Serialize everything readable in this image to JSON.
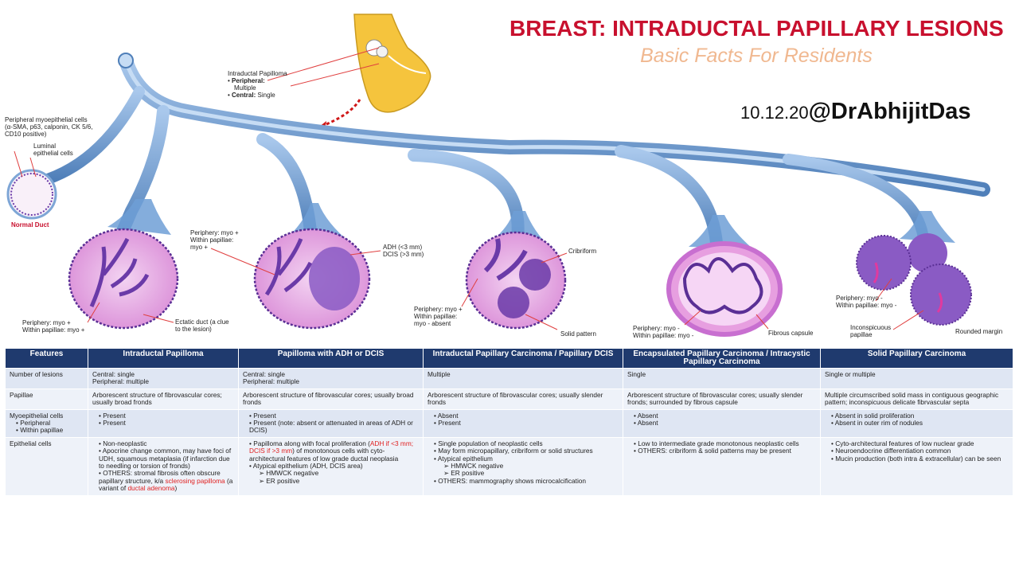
{
  "header": {
    "title": "BREAST: INTRADUCTAL PAPILLARY LESIONS",
    "subtitle": "Basic Facts For Residents",
    "date": "10.12.20",
    "handle": "@DrAbhijitDas"
  },
  "labels": {
    "intraductal_papilloma": "Intraductal Papilloma",
    "peripheral_bold": "Peripheral:",
    "peripheral_val": "Multiple",
    "central_bold": "Central:",
    "central_val": "Single",
    "myo1": "Peripheral myoepithelial cells",
    "myo2": "(α-SMA, p63, calponin, CK 5/6,",
    "myo3": "CD10 positive)",
    "luminal1": "Luminal",
    "luminal2": "epithelial cells",
    "normal_duct": "Normal Duct",
    "l1a": "Periphery: myo +",
    "l1b": "Within papillae: myo +",
    "ectatic1": "Ectatic duct (a clue",
    "ectatic2": "to the lesion)",
    "l2a": "Periphery: myo +",
    "l2b": "Within papillae:",
    "l2c": "myo +",
    "adh1": "ADH (<3 mm)",
    "adh2": "DCIS (>3 mm)",
    "cribriform": "Cribriform",
    "l3a": "Periphery: myo +",
    "l3b": "Within papillae:",
    "l3c": "myo - absent",
    "solid_pattern": "Solid pattern",
    "l4a": "Periphery: myo -",
    "l4b": "Within papillae: myo -",
    "fibrous_capsule": "Fibrous capsule",
    "l5a": "Periphery: myo -",
    "l5b": "Within papillae: myo -",
    "inconsp1": "Inconspicuous",
    "inconsp2": "papillae",
    "rounded": "Rounded margin"
  },
  "table": {
    "headers": [
      "Features",
      "Intraductal Papilloma",
      "Papilloma with ADH or DCIS",
      "Intraductal Papillary Carcinoma / Papillary DCIS",
      "Encapsulated Papillary Carcinoma / Intracystic Papillary Carcinoma",
      "Solid Papillary Carcinoma"
    ],
    "r1": {
      "feature": "Number of lesions",
      "c1a": "Central: single",
      "c1b": "Peripheral: multiple",
      "c2a": "Central: single",
      "c2b": "Peripheral: multiple",
      "c3": "Multiple",
      "c4": "Single",
      "c5": "Single or multiple"
    },
    "r2": {
      "feature": "Papillae",
      "c1": "Arborescent structure of fibrovascular cores; usually broad fronds",
      "c2": "Arborescent structure of fibrovascular cores; usually broad fronds",
      "c3": "Arborescent structure of fibrovascular cores; usually slender fronds",
      "c4": "Arborescent structure of fibrovascular cores; usually slender fronds; surrounded by fibrous capsule",
      "c5": "Multiple circumscribed solid mass in contiguous geographic pattern; inconspicuous delicate fibrvascular septa"
    },
    "r3": {
      "feature": "Myoepithelial cells",
      "sub1": "Peripheral",
      "sub2": "Within papillae",
      "c1a": "Present",
      "c1b": "Present",
      "c2a": "Present",
      "c2b": "Present (note: absent or attenuated in areas of ADH or DCIS)",
      "c3a": "Absent",
      "c3b": "Present",
      "c4a": "Absent",
      "c4b": "Absent",
      "c5a": "Absent in solid proliferation",
      "c5b": "Absent in outer rim of nodules"
    },
    "r4": {
      "feature": "Epithelial cells",
      "c1a": "Non-neoplastic",
      "c1b": "Apocrine change common, may have foci of UDH, squamous metaplasia (if infarction due to needling or torsion of fronds)",
      "c1c_pre": "OTHERS: stromal fibrosis often obscure papillary structure, k/a ",
      "c1c_red1": "sclerosing papilloma",
      "c1c_mid": " (a variant of ",
      "c1c_red2": "ductal adenoma",
      "c1c_post": ")",
      "c2a_pre": "Papilloma along with focal proliferation (",
      "c2a_red": "ADH if <3 mm; DCIS if >3 mm",
      "c2a_post": ") of monotonous cells with cyto-architectural features of low grade ductal neoplasia",
      "c2b": "Atypical epithelium (ADH, DCIS area)",
      "c2c": "HMWCK negative",
      "c2d": "ER positive",
      "c3a": "Single population of neoplastic cells",
      "c3b": "May form micropapillary, cribriform or solid structures",
      "c3c": "Atypical epithelium",
      "c3d": "HMWCK negative",
      "c3e": "ER positive",
      "c3f": "OTHERS: mammography shows microcalcification",
      "c4a": "Low to intermediate grade monotonous neoplastic cells",
      "c4b": "OTHERS: cribriform & solid patterns may be present",
      "c5a": "Cyto-architectural features of low nuclear grade",
      "c5b": "Neuroendocrine differentiation common",
      "c5c": "Mucin production (both intra & extracellular) can be seen"
    }
  },
  "colors": {
    "title": "#c8102e",
    "subtitle": "#f0b890",
    "duct": "#7ea6d6",
    "header_bg": "#1f3a6e",
    "row_bg": "#dfe6f3",
    "lesion_pink": "#e7b3e6",
    "lesion_purple": "#6a3aa8"
  }
}
